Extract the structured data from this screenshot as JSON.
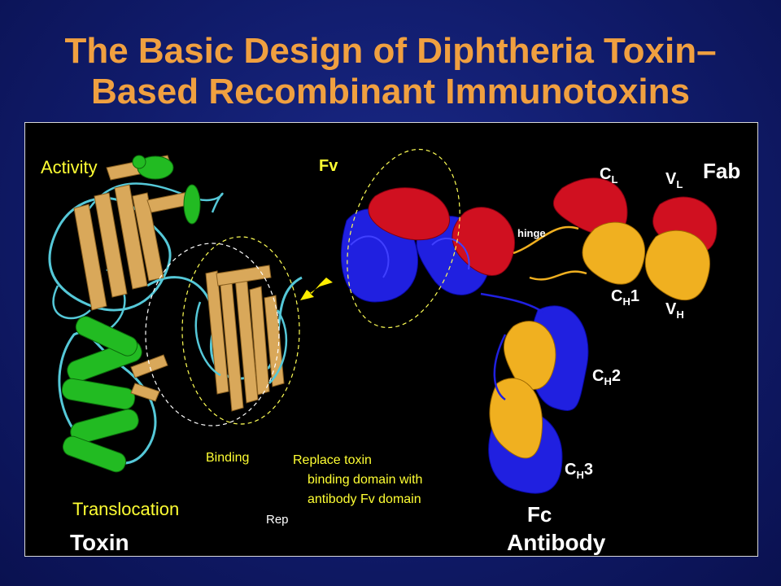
{
  "title": {
    "line1": "The Basic Design of Diphtheria Toxin–",
    "line2": "Based Recombinant Immunotoxins"
  },
  "toxin": {
    "activity": "Activity",
    "binding": "Binding",
    "translocation": "Translocation",
    "rep": "Rep",
    "name": "Toxin"
  },
  "antibody": {
    "fv": "Fv",
    "fab": "Fab",
    "hinge": "hinge",
    "cl": "C",
    "cl_sub": "L",
    "vl": "V",
    "vl_sub": "L",
    "ch1": "C",
    "ch1_sub": "H",
    "ch1_suffix": "1",
    "vh": "V",
    "vh_sub": "H",
    "ch2": "C",
    "ch2_sub": "H",
    "ch2_suffix": "2",
    "ch3": "C",
    "ch3_sub": "H",
    "ch3_suffix": "3",
    "fc": "Fc",
    "name": "Antibody"
  },
  "note": {
    "line1": "Replace toxin",
    "line2": "binding domain with",
    "line3": "antibody Fv domain"
  },
  "colors": {
    "title": "#f0a040",
    "background": "#101b6a",
    "toxin_helix": "#22bb22",
    "toxin_sheet": "#d9a85a",
    "toxin_loop": "#55c8d8",
    "heavy_chain": "#2020e0",
    "light_chain": "#d01020",
    "constant_gold": "#f0b020",
    "dashed_ellipse": "#ffff55"
  }
}
